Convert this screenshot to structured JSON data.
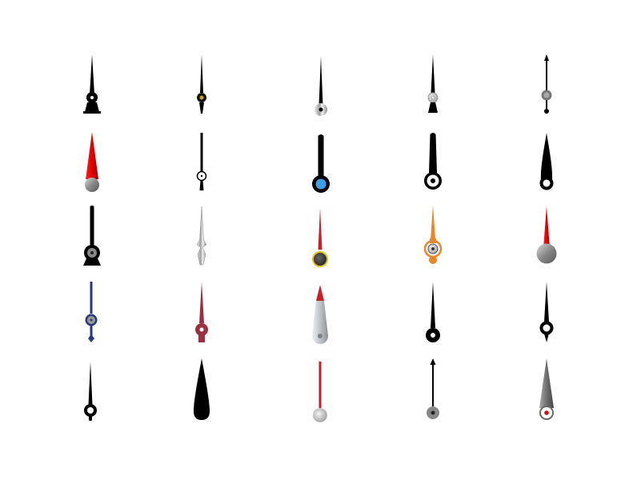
{
  "title": "",
  "colors": {
    "background": "#ffffff",
    "black": "#000000",
    "red": "#e00000",
    "crimson": "#c81e28",
    "blue_center": "#3aa0e8",
    "navy": "#2a3a78",
    "maroon": "#9a3040",
    "orange": "#e8862a",
    "gold_ring": "#e0c020",
    "grey": "#808080",
    "silver": "#c8c8c8"
  },
  "hands": [
    {
      "id": "hand-1",
      "style": "spade-base-black"
    },
    {
      "id": "hand-2",
      "style": "thin-black-gold-hub"
    },
    {
      "id": "hand-3",
      "style": "thin-black-silver-disc"
    },
    {
      "id": "hand-4",
      "style": "thin-black-bell-base"
    },
    {
      "id": "hand-5",
      "style": "arrow-tip-grey-hub"
    },
    {
      "id": "hand-6",
      "style": "red-gradient-blade"
    },
    {
      "id": "hand-7",
      "style": "thin-black-ring-hub"
    },
    {
      "id": "hand-8",
      "style": "black-blue-hub"
    },
    {
      "id": "hand-9",
      "style": "black-ring-dot"
    },
    {
      "id": "hand-10",
      "style": "black-leaf-ring"
    },
    {
      "id": "hand-11",
      "style": "black-bell-base-thick"
    },
    {
      "id": "hand-12",
      "style": "silver-serpentine"
    },
    {
      "id": "hand-13",
      "style": "red-gold-ring-hub"
    },
    {
      "id": "hand-14",
      "style": "orange-ring-hub"
    },
    {
      "id": "hand-15",
      "style": "red-grey-disc"
    },
    {
      "id": "hand-16",
      "style": "navy-ornate"
    },
    {
      "id": "hand-17",
      "style": "maroon-ornate"
    },
    {
      "id": "hand-18",
      "style": "silver-red-tip-wedge"
    },
    {
      "id": "hand-19",
      "style": "black-thin-dot-hub"
    },
    {
      "id": "hand-20",
      "style": "black-ring-spike"
    },
    {
      "id": "hand-21",
      "style": "black-thin-ring-tail"
    },
    {
      "id": "hand-22",
      "style": "black-wide-leaf"
    },
    {
      "id": "hand-23",
      "style": "red-thin-silver-disc"
    },
    {
      "id": "hand-24",
      "style": "black-arrow-grey-disc"
    },
    {
      "id": "hand-25",
      "style": "grey-wedge-red-dot"
    }
  ]
}
